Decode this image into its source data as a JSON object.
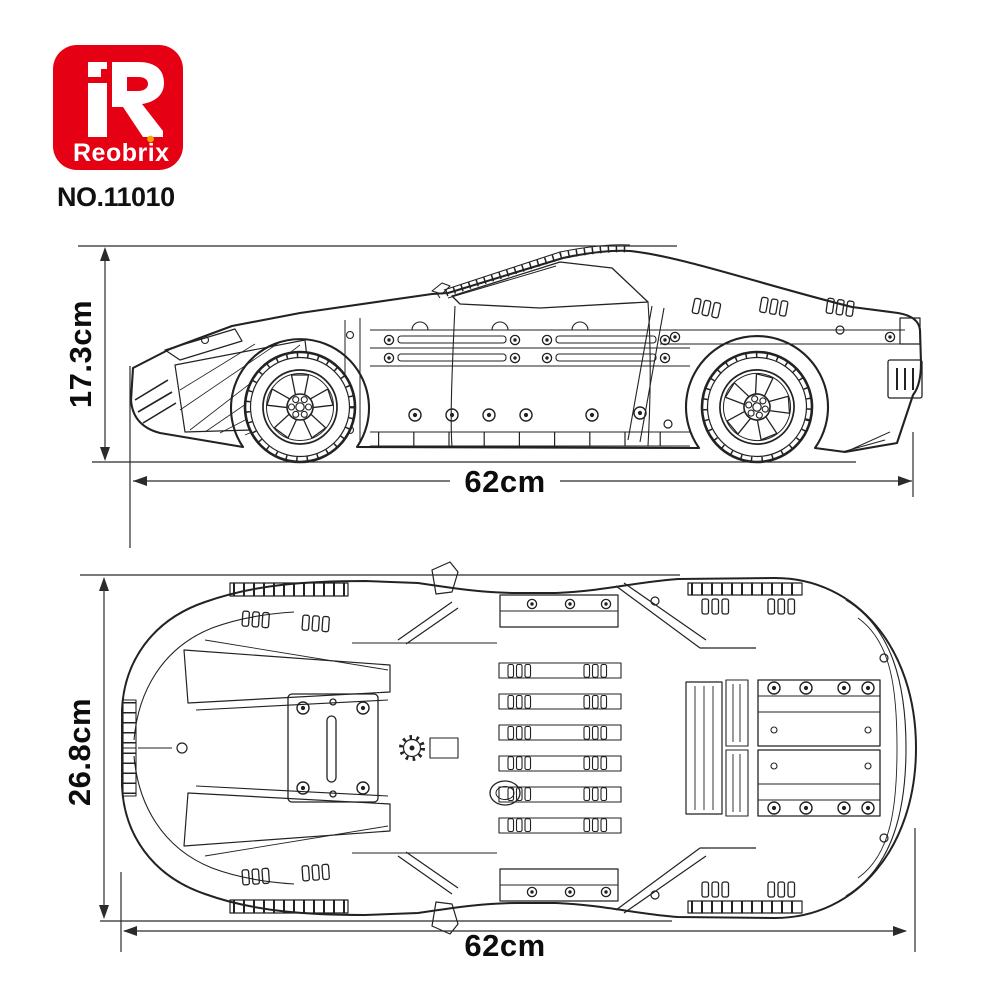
{
  "page": {
    "background": "#ffffff"
  },
  "brand": {
    "logo_text": "Reobrix",
    "model_number": "NO.11010",
    "logo_bg_color": "#e60013",
    "logo_text_color": "#ffffff",
    "accent_dot_color": "#f7a600"
  },
  "diagram": {
    "line_color": "#222222",
    "dimension_color": "#1a1a1a",
    "side_view": {
      "height_label": "17.3cm",
      "length_label": "62cm"
    },
    "top_view": {
      "width_label": "26.8cm",
      "length_label": "62cm"
    }
  }
}
